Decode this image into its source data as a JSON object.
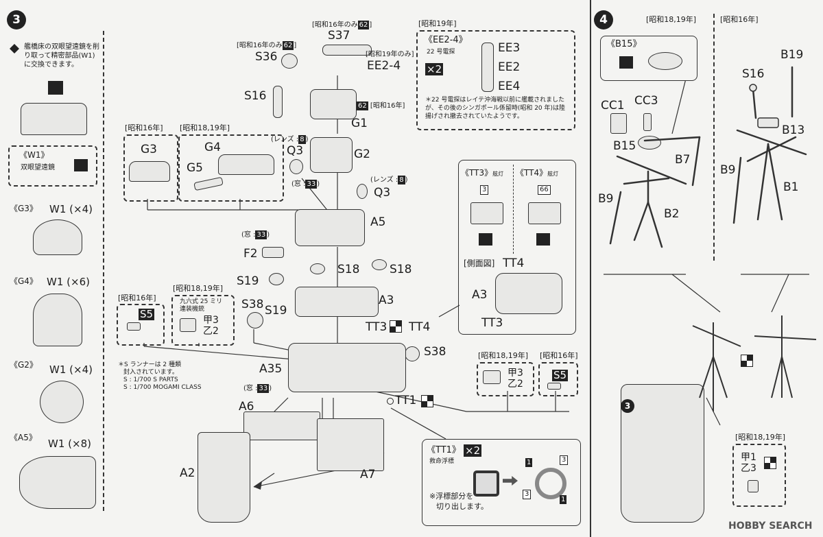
{
  "step3": {
    "number": "3",
    "side_note": "艦橋床の双眼望遠鏡を削り取って精密部品(W1)に交換できます。",
    "w1_title": "《W1》",
    "w1_sub": "双眼望遠鏡",
    "g3_title": "《G3》",
    "g3_qty": "W1 (×4)",
    "g4_title": "《G4》",
    "g4_qty": "W1 (×6)",
    "g2_title": "《G2》",
    "g2_qty": "W1 (×4)",
    "a5_title": "《A5》",
    "a5_qty": "W1 (×8)",
    "s37_note_text": "[昭和16年のみ",
    "s37_note_num": "62",
    "s37_note_end": "]",
    "s37": "S37",
    "s36_note_text": "[昭和16年のみ",
    "s36_note_num": "62",
    "s36_note_end": "]",
    "s36": "S36",
    "ee24_note": "[昭和19年のみ]",
    "ee24": "EE2-4",
    "s16": "S16",
    "g1_num": "62",
    "g1_note": "[昭和16年]",
    "g1": "G1",
    "box_s16_header": "[昭和16年]",
    "g3": "G3",
    "box_s1819_header": "[昭和18,19年]",
    "g4": "G4",
    "g5": "G5",
    "lens1_text": "(レンズ :",
    "lens1_num": "8",
    "lens1_end": ")",
    "q3a": "Q3",
    "g2": "G2",
    "window1_text": "(窓 :",
    "window1_num": "33",
    "window1_end": ")",
    "lens2_text": "(レンズ :",
    "lens2_num": "8",
    "lens2_end": ")",
    "q3b": "Q3",
    "window2_text": "(窓 :",
    "window2_num": "33",
    "window2_end": ")",
    "a5": "A5",
    "f2": "F2",
    "s19a": "S19",
    "s18a": "S18",
    "s18b": "S18",
    "s38a": "S38",
    "s19b": "S19",
    "a3": "A3",
    "tt3": "TT3",
    "tt4": "TT4",
    "s5_header": "[昭和16年]",
    "s5": "S5",
    "aa_header": "[昭和18,19年]",
    "aa_desc1": "九六式 25 ミリ",
    "aa_desc2": "連装機銃",
    "aa_part1": "甲3",
    "aa_part2": "乙2",
    "runner_note1": "＊S ランナーは 2 種類",
    "runner_note2": "封入されています。",
    "runner_note3": "S : 1/700 S PARTS",
    "runner_note4": "S : 1/700 MOGAMI CLASS",
    "s38b": "S38",
    "a35": "A35",
    "window3_text": "(窓 :",
    "window3_num": "33",
    "window3_end": ")",
    "tt1": "TT1",
    "a6": "A6",
    "a2": "A2",
    "a7": "A7",
    "ee_box": {
      "header": "[昭和19年]",
      "title": "《EE2-4》",
      "sub": "22 号電探",
      "qty": "×2",
      "ee3": "EE3",
      "ee2": "EE2",
      "ee4": "EE4",
      "note": "＊22 号電探はレイテ沖海戦以前に艦載されましたが、その後のシンガポール係留時(昭和 20 年)は陸揚げされ撤去されていたようです。"
    },
    "tt_box": {
      "tt3_title": "《TT3》",
      "tt3_sub": "舷灯",
      "tt3_num": "3",
      "tt4_title": "《TT4》",
      "tt4_sub": "舷灯",
      "tt4_num": "66",
      "side_view": "[側面図]",
      "side_tt4": "TT4",
      "side_a3": "A3",
      "side_tt3": "TT3"
    },
    "tt1_box": {
      "title": "《TT1》",
      "qty": "×2",
      "sub": "救命浮標",
      "note1": "※浮標部分を",
      "note2": "切り出します。",
      "n1a": "1",
      "n3a": "3",
      "n3b": "3",
      "n1b": "1"
    },
    "right_s1819_header": "[昭和18,19年]",
    "right_s1819_p1": "甲3",
    "right_s1819_p2": "乙2",
    "right_s16_header": "[昭和16年]",
    "right_s5": "S5"
  },
  "step4": {
    "number": "4",
    "h_1819": "[昭和18,19年]",
    "h_16": "[昭和16年]",
    "b15_title": "《B15》",
    "cc1": "CC1",
    "cc3": "CC3",
    "b15": "B15",
    "b7": "B7",
    "b9a": "B9",
    "b2": "B2",
    "s16": "S16",
    "b19": "B19",
    "b13": "B13",
    "b9b": "B9",
    "b1": "B1",
    "sub_step": "3",
    "bottom_header": "[昭和18,19年]",
    "bottom_p1": "甲1",
    "bottom_p2": "乙3"
  },
  "watermark": "HOBBY SEARCH"
}
